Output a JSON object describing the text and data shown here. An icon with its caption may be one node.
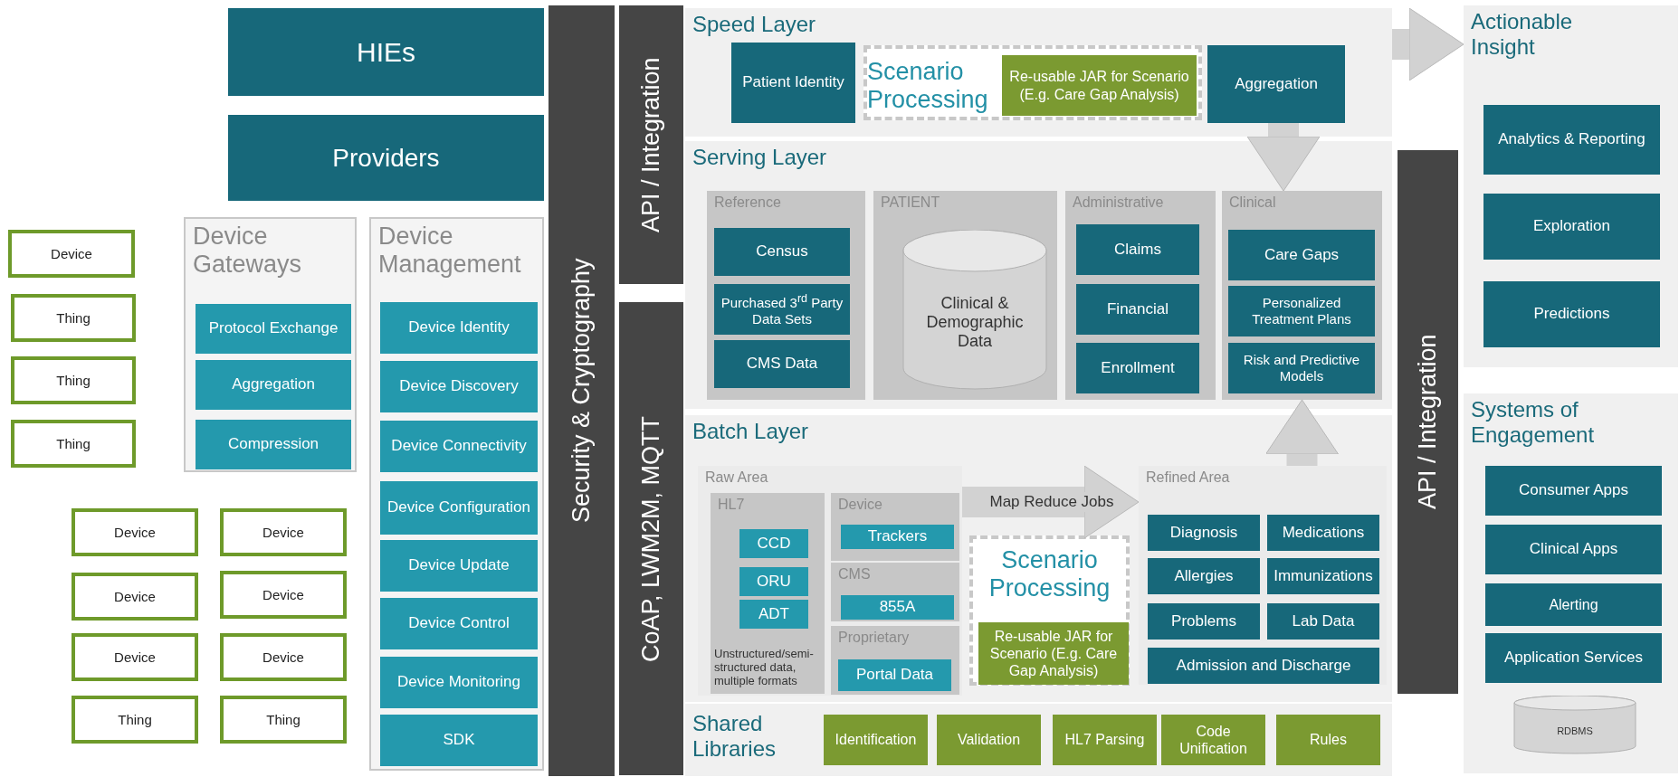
{
  "diagram": {
    "nodes": [
      {
        "text": [
          "HIEs"
        ]
      },
      {
        "text": [
          "Providers"
        ]
      },
      {
        "text": [
          "Device Gateways"
        ]
      },
      {
        "text": [
          "Protocol Exchange"
        ],
        "in": 2
      },
      {
        "text": [
          "Aggregation"
        ],
        "in": 2
      },
      {
        "text": [
          "Compression"
        ],
        "in": 2
      },
      {
        "text": [
          "Device Management"
        ]
      },
      {
        "text": [
          "Device Identity"
        ],
        "in": 6
      },
      {
        "text": [
          "Device Discovery"
        ],
        "in": 6
      },
      {
        "text": [
          "Device Connectivity"
        ],
        "in": 6
      },
      {
        "text": [
          "Device Configuration"
        ],
        "in": 6
      },
      {
        "text": [
          "Device Update"
        ],
        "in": 6
      },
      {
        "text": [
          "Device Control"
        ],
        "in": 6
      },
      {
        "text": [
          "Device Monitoring"
        ],
        "in": 6
      },
      {
        "text": [
          "SDK"
        ],
        "in": 6
      },
      {
        "text": [
          "Security & Cryptography"
        ]
      },
      {
        "text": [
          "API / Integration"
        ]
      },
      {
        "text": [
          "CoAP, LWM2M, MQTT"
        ]
      },
      {
        "text": [
          "Speed Layer"
        ]
      },
      {
        "text": [
          "Patient Identity"
        ],
        "in": 18
      },
      {
        "text": [
          "Scenario Processing"
        ],
        "in": 18
      },
      {
        "text": [
          "Re-usable JAR for Scenario (E.g. Care Gap Analysis)"
        ],
        "in": 20
      },
      {
        "text": [
          "Aggregation"
        ],
        "in": 18
      },
      {
        "text": [
          "Serving Layer"
        ]
      },
      {
        "text": [
          "Reference"
        ],
        "in": 23
      },
      {
        "text": [
          "Census"
        ],
        "in": 24
      },
      {
        "text": [
          "Purchased 3$^{rd}$ Party Data Sets"
        ],
        "in": 24
      },
      {
        "text": [
          "CMS Data"
        ],
        "in": 24
      },
      {
        "text": [
          "PATIENT"
        ],
        "in": 23
      },
      {
        "text": [
          "Clinical & Demographic Data"
        ],
        "in": 28
      },
      {
        "text": [
          "Administrative"
        ],
        "in": 23
      },
      {
        "text": [
          "Claims"
        ],
        "in": 30
      },
      {
        "text": [
          "Financial"
        ],
        "in": 30
      },
      {
        "text": [
          "Enrollment"
        ],
        "in": 30
      },
      {
        "text": [
          "Clinical"
        ],
        "in": 23
      },
      {
        "text": [
          "Care Gaps"
        ],
        "in": 34
      },
      {
        "text": [
          "Personalized Treatment Plans"
        ],
        "in": 34
      },
      {
        "text": [
          "Risk and Predictive Models"
        ],
        "in": 34
      },
      {
        "text": [
          "Batch Layer"
        ]
      },
      {
        "text": [
          "Raw Area"
        ],
        "in": 38
      },
      {
        "text": [
          "HL7",
          "Unstructured/semi-structured data, multiple formats"
        ],
        "in": 39
      },
      {
        "text": [
          "CCD"
        ],
        "in": 40
      },
      {
        "text": [
          "ORU"
        ],
        "in": 40
      },
      {
        "text": [
          "ADT"
        ],
        "in": 40
      },
      {
        "text": [
          "Device"
        ],
        "in": 39
      },
      {
        "text": [
          "Trackers"
        ],
        "in": 44
      },
      {
        "text": [
          "CMS"
        ],
        "in": 39
      },
      {
        "text": [
          "855A"
        ],
        "in": 46
      },
      {
        "text": [
          "Proprietary"
        ],
        "in": 39
      },
      {
        "text": [
          "Portal Data"
        ],
        "in": 48
      },
      {
        "text": [
          "Scenario Processing"
        ],
        "in": 38
      },
      {
        "text": [
          "Re-usable JAR for Scenario (E.g. Care Gap Analysis)"
        ],
        "in": 50
      },
      {
        "text": [
          "Refined Area"
        ],
        "in": 38
      },
      {
        "text": [
          "Diagnosis"
        ],
        "in": 52
      },
      {
        "text": [
          "Medications"
        ],
        "in": 52
      },
      {
        "text": [
          "Allergies"
        ],
        "in": 52
      },
      {
        "text": [
          "Immunizations"
        ],
        "in": 52
      },
      {
        "text": [
          "Problems"
        ],
        "in": 52
      },
      {
        "text": [
          "Lab Data"
        ],
        "in": 52
      },
      {
        "text": [
          "Admission and Discharge"
        ],
        "in": 52
      },
      {
        "text": [
          "Shared Libraries"
        ]
      },
      {
        "text": [
          "Identification"
        ],
        "in": 60
      },
      {
        "text": [
          "Validation"
        ],
        "in": 60
      },
      {
        "text": [
          "HL7 Parsing"
        ],
        "in": 60
      },
      {
        "text": [
          "Code Unification"
        ],
        "in": 60
      },
      {
        "text": [
          "Rules"
        ],
        "in": 60
      },
      {
        "text": [
          "API / Integration"
        ]
      },
      {
        "text": [
          "Actionable Insight"
        ]
      },
      {
        "text": [
          "Analytics & Reporting"
        ],
        "in": 67
      },
      {
        "text": [
          "Exploration"
        ],
        "in": 67
      },
      {
        "text": [
          "Predictions"
        ],
        "in": 67
      },
      {
        "text": [
          "Systems of Engagement"
        ]
      },
      {
        "text": [
          "Consumer Apps"
        ],
        "in": 71
      },
      {
        "text": [
          "Clinical Apps"
        ],
        "in": 71
      },
      {
        "text": [
          "Alerting"
        ],
        "in": 71
      },
      {
        "text": [
          "Application Services"
        ],
        "in": 71
      },
      {
        "text": [
          "RDBMS"
        ],
        "in": 71
      },
      {
        "text": [
          "Device"
        ]
      },
      {
        "text": [
          "Thing"
        ]
      },
      {
        "text": [
          "Thing"
        ]
      },
      {
        "text": [
          "Thing"
        ]
      },
      {
        "text": [
          "Device"
        ]
      },
      {
        "text": [
          "Device"
        ]
      },
      {
        "text": [
          "Device"
        ]
      },
      {
        "text": [
          "Device"
        ]
      },
      {
        "text": [
          "Device"
        ]
      },
      {
        "text": [
          "Device"
        ]
      },
      {
        "text": [
          "Thing"
        ]
      },
      {
        "text": [
          "Thing"
        ]
      }
    ],
    "edges": [
      {
        "from": 22,
        "to": 34,
        "arrow": "to"
      },
      {
        "from": 52,
        "to": 34,
        "arrow": "to"
      },
      {
        "from": 18,
        "to": 67,
        "arrow": "to"
      },
      {
        "from": 39,
        "to": 52,
        "arrow": "to",
        "label": "Map Reduce Jobs"
      }
    ]
  }
}
